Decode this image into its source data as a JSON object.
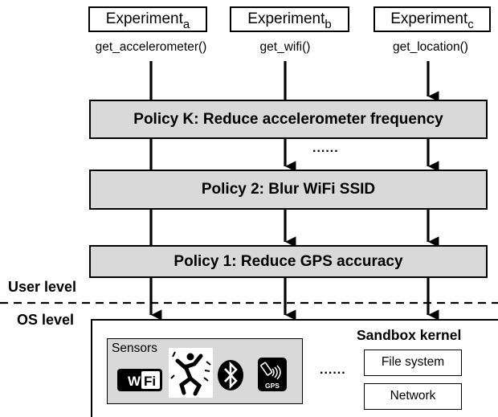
{
  "experiments": [
    {
      "base": "Experiment",
      "sub": "a",
      "call": "get_accelerometer()"
    },
    {
      "base": "Experiment",
      "sub": "b",
      "call": "get_wifi()"
    },
    {
      "base": "Experiment",
      "sub": "c",
      "call": "get_location()"
    }
  ],
  "policies": {
    "k": "Policy K: Reduce accelerometer frequency",
    "two": "Policy 2: Blur WiFi SSID",
    "one": "Policy 1: Reduce GPS accuracy"
  },
  "ellipsis_policies": "......",
  "levels": {
    "user": "User level",
    "os": "OS level"
  },
  "kernel": {
    "title": "Sandbox kernel",
    "sensors_label": "Sensors",
    "sensor_icons": [
      "wifi-icon",
      "accelerometer-icon",
      "bluetooth-icon",
      "gps-icon"
    ],
    "wifi_text": [
      "Wi",
      "Fi"
    ],
    "gps_text": "GPS",
    "ellipsis": "......",
    "file_system": "File system",
    "network": "Network"
  }
}
